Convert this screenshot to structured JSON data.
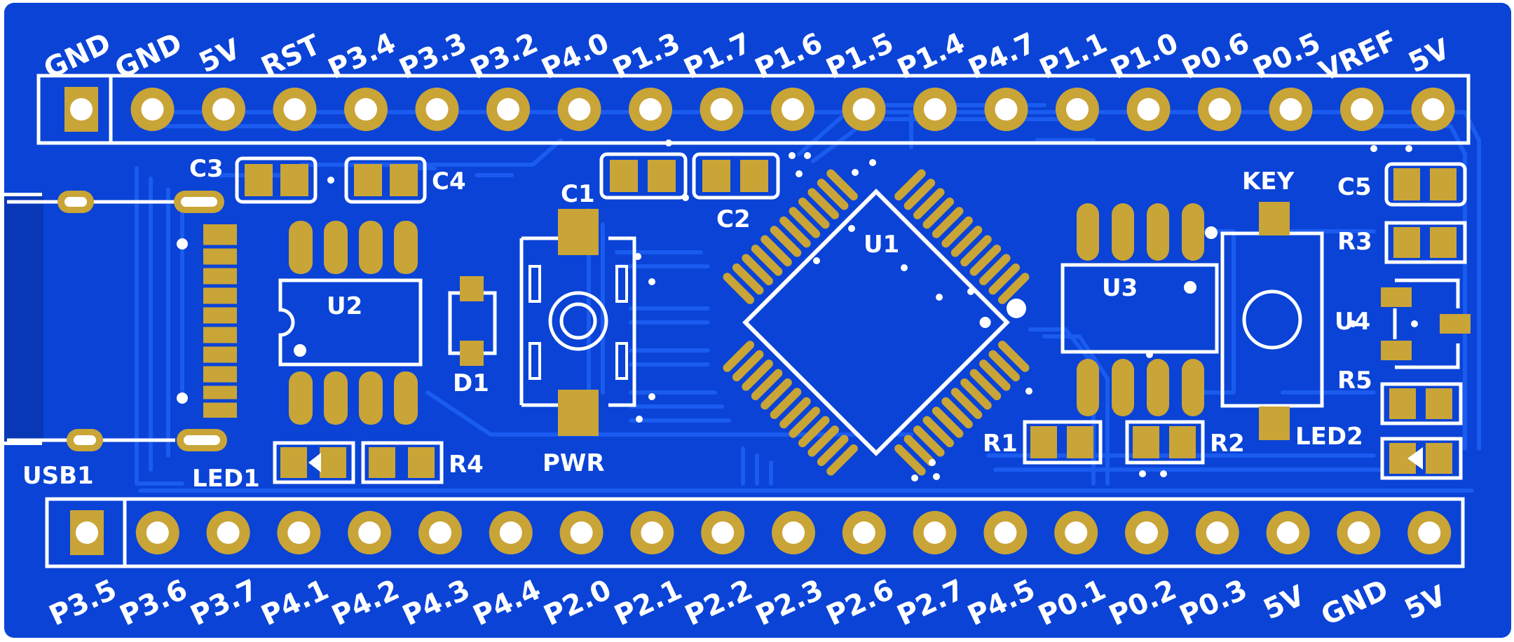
{
  "colors": {
    "board": "#0a43d6",
    "board_dark": "#0838b6",
    "trace": "#1a5bf0",
    "copper": "#c9a437",
    "silk": "#ffffff",
    "drill": "#ffffff"
  },
  "header_top": {
    "labels": [
      "GND",
      "GND",
      "5V",
      "RST",
      "P3.4",
      "P3.3",
      "P3.2",
      "P4.0",
      "P1.3",
      "P1.7",
      "P1.6",
      "P1.5",
      "P1.4",
      "P4.7",
      "P1.1",
      "P1.0",
      "P0.6",
      "P0.5",
      "VREF",
      "5V"
    ]
  },
  "header_bottom": {
    "labels": [
      "P3.5",
      "P3.6",
      "P3.7",
      "P4.1",
      "P4.2",
      "P4.3",
      "P4.4",
      "P2.0",
      "P2.1",
      "P2.2",
      "P2.3",
      "P2.6",
      "P2.7",
      "P4.5",
      "P0.1",
      "P0.2",
      "P0.3",
      "5V",
      "GND",
      "5V"
    ]
  },
  "components": {
    "c3": "C3",
    "c4": "C4",
    "c1": "C1",
    "c2": "C2",
    "u1": "U1",
    "u2": "U2",
    "u3": "U3",
    "u4": "U4",
    "d1": "D1",
    "pwr": "PWR",
    "key": "KEY",
    "c5": "C5",
    "r3": "R3",
    "r5": "R5",
    "r1": "R1",
    "r2": "R2",
    "r4": "R4",
    "led1": "LED1",
    "led2": "LED2",
    "usb1": "USB1"
  }
}
